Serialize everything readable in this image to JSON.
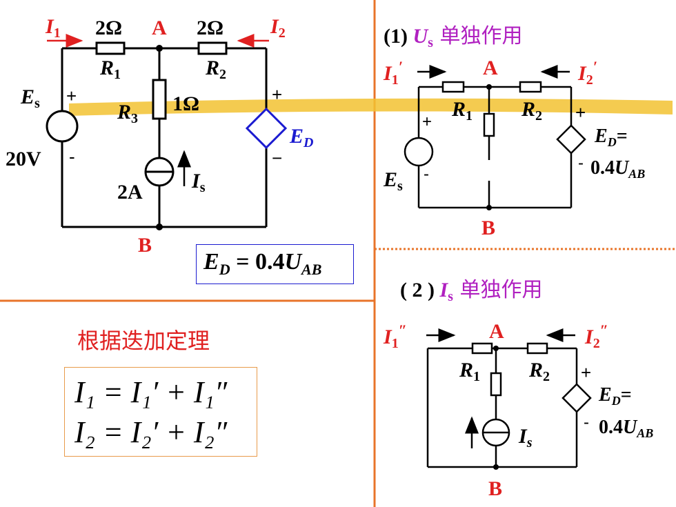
{
  "colors": {
    "divider": "#e8742a",
    "red": "#e02020",
    "purple": "#b020c0",
    "blue": "#1a1ad0",
    "highlight": "#f2c231"
  },
  "main_circuit": {
    "I1": "I",
    "I1_sub": "1",
    "I2": "I",
    "I2_sub": "2",
    "r1_value": "2Ω",
    "r2_value": "2Ω",
    "r3_value": "1Ω",
    "node_a": "A",
    "node_b": "B",
    "R1": "R",
    "R1_sub": "1",
    "R2": "R",
    "R2_sub": "2",
    "R3": "R",
    "R3_sub": "3",
    "Es": "E",
    "Es_sub": "s",
    "es_value": "20V",
    "plus": "+",
    "minus": "-",
    "minus_wide": "−",
    "is_value": "2A",
    "Is": "I",
    "Is_sub": "s",
    "ED": "E",
    "ED_sub": "D",
    "ed_formula": {
      "lhs": "E",
      "lhs_sub": "D",
      "mid": " = 0.4",
      "u": "U",
      "u_sub": "AB"
    }
  },
  "case1": {
    "title_num": "(1) ",
    "title_sym": "U",
    "title_sub": "s",
    "title_text": " 单独作用",
    "I1": "I",
    "I1_sub": "1",
    "prime": "′",
    "I2": "I",
    "I2_sub": "2",
    "node_a": "A",
    "node_b": "B",
    "R1": "R",
    "R1_sub": "1",
    "R2": "R",
    "R2_sub": "2",
    "Es": "E",
    "Es_sub": "s",
    "ED": "E",
    "ED_sub": "D",
    "ed_eq": "=",
    "ed_val": "0.4",
    "u": "U",
    "u_sub": "AB",
    "plus": "+",
    "minus": "-"
  },
  "case2": {
    "title_num": "( 2 ) ",
    "title_sym": "I",
    "title_sub": "s",
    "title_text": " 单独作用",
    "I1": "I",
    "I1_sub": "1",
    "dprime": "″",
    "I2": "I",
    "I2_sub": "2",
    "node_a": "A",
    "node_b": "B",
    "R1": "R",
    "R1_sub": "1",
    "R2": "R",
    "R2_sub": "2",
    "Is": "I",
    "Is_sub": "s",
    "ED": "E",
    "ED_sub": "D",
    "ed_eq": "=",
    "ed_val": "0.4",
    "u": "U",
    "u_sub": "AB",
    "plus": "+",
    "minus": "-"
  },
  "superposition": {
    "heading": "根据迭加定理",
    "eq1": "I₁ = I₁′ + I₁″",
    "eq2": "I₂ = I₂′ + I₂″"
  }
}
